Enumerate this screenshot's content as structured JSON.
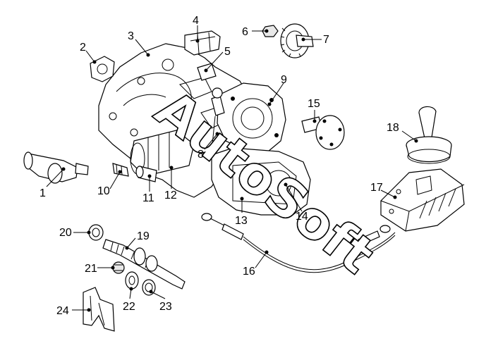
{
  "labels": {
    "p1": "1",
    "p2": "2",
    "p3": "3",
    "p4": "4",
    "p5": "5",
    "p6": "6",
    "p7": "7",
    "p8": "8",
    "p9": "9",
    "p10": "10",
    "p11": "11",
    "p12": "12",
    "p13": "13",
    "p14": "14",
    "p15": "15",
    "p16": "16",
    "p17": "17",
    "p18": "18",
    "p19": "19",
    "p20": "20",
    "p21": "21",
    "p22": "22",
    "p23": "23",
    "p24": "24"
  },
  "watermark": {
    "text": "AutoSoft"
  }
}
